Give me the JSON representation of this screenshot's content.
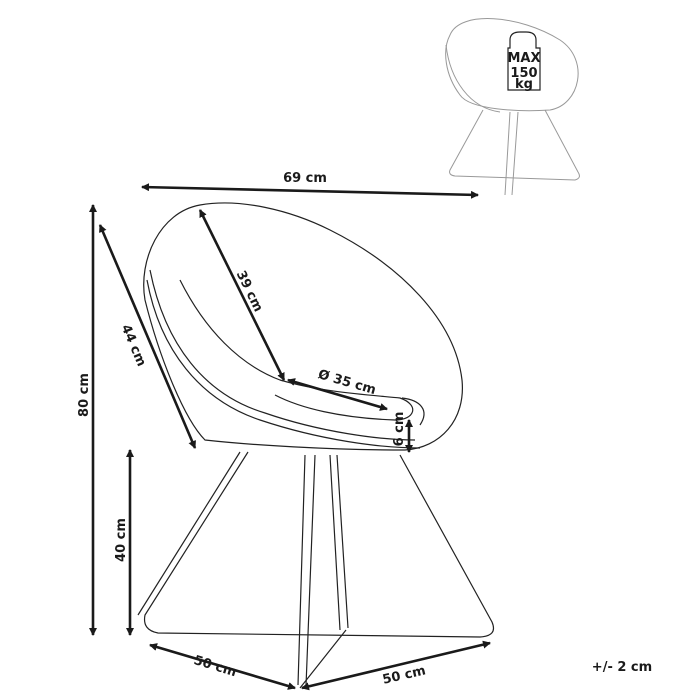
{
  "dimensions": {
    "width": "69 cm",
    "height": "80 cm",
    "back_length": "44 cm",
    "inner_back": "39 cm",
    "seat_diameter": "Ø 35 cm",
    "cushion_thickness": "6 cm",
    "seat_height": "40 cm",
    "base_left": "50 cm",
    "base_right": "50 cm"
  },
  "tolerance": "+/- 2 cm",
  "max_load_badge": {
    "line1": "MAX",
    "line2": "150",
    "line3": "kg"
  },
  "icons": [
    "weight-icon"
  ],
  "colors": {
    "line": "#1a1a1a",
    "thumbnail_line": "#999999"
  }
}
